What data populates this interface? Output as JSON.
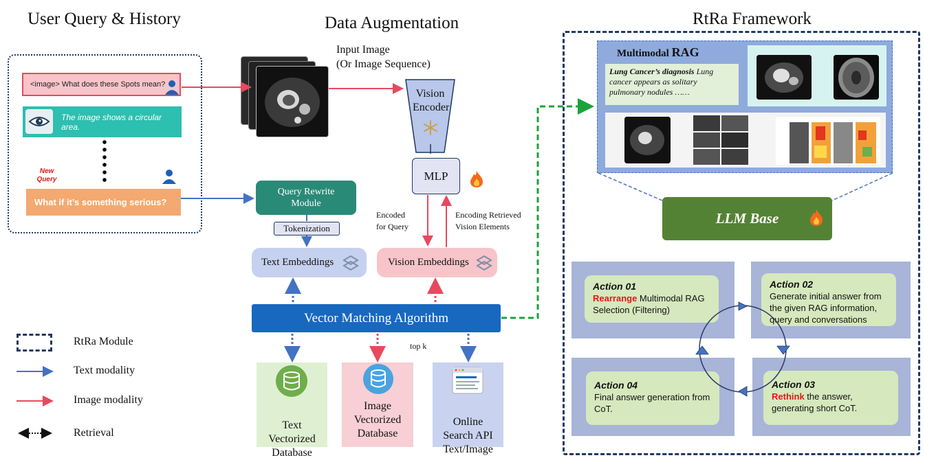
{
  "titles": {
    "left": "User Query & History",
    "middle": "Data Augmentation",
    "right": "RtRa Framework"
  },
  "history": {
    "user_message": "<image> What does these  Spots mean?",
    "ai_message": "The image shows a circular area.",
    "new_query_label": "New Query",
    "new_query": "What if it’s something serious?"
  },
  "augmentation": {
    "input_image_label": "Input Image\n(Or Image Sequence)",
    "vision_encoder": "Vision Encoder",
    "mlp": "MLP",
    "encoded_for_query": "Encoded\nfor Query",
    "encoding_retrieved": "Encoding Retrieved\nVision Elements",
    "query_rewrite": "Query Rewrite Module",
    "tokenization": "Tokenization",
    "text_embeddings": "Text Embeddings",
    "vision_embeddings": "Vision  Embeddings",
    "vector_matching": "Vector Matching Algorithm",
    "top_k": "top k",
    "text_db": "Text\nVectorized\nDatabase",
    "image_db": "Image\nVectorized\nDatabase",
    "online_search": "Online\nSearch API\nText/Image"
  },
  "framework": {
    "multimodal_prefix": "Multimodal ",
    "multimodal_rag": "RAG",
    "rag_text_bold": "Lung Cancer’s diagnosis",
    "rag_text_rest": " Lung cancer appears as solitary pulmonary nodules ……",
    "llm_base": "LLM Base",
    "actions": [
      {
        "title": "Action 01",
        "highlight": "Rearrange",
        "text": " Multimodal RAG Selection (Filtering)"
      },
      {
        "title": "Action 02",
        "highlight": "",
        "text": "Generate initial answer from the given RAG information, query and conversations"
      },
      {
        "title": "Action 03",
        "highlight": "Rethink",
        "text": " the answer, generating short CoT."
      },
      {
        "title": "Action 04",
        "highlight": "",
        "text": "Final answer generation from CoT."
      }
    ]
  },
  "legend": {
    "module": "RtRa Module",
    "text_modality": "Text modality",
    "image_modality": "Image modality",
    "retrieval": "Retrieval"
  },
  "colors": {
    "text_arrow": "#4472c4",
    "image_arrow": "#e8495e",
    "retrieval_green": "#1aa33a",
    "vector_matching": "#1868c0",
    "llm_base": "#548235",
    "query_rewrite": "#2a8a78",
    "new_query": "#f3a96f",
    "user_msg_border": "#e8495e"
  },
  "icons": [
    "user-icon",
    "eye-app-icon",
    "snowflake-icon",
    "fire-icon",
    "database-icon",
    "browser-icon"
  ]
}
